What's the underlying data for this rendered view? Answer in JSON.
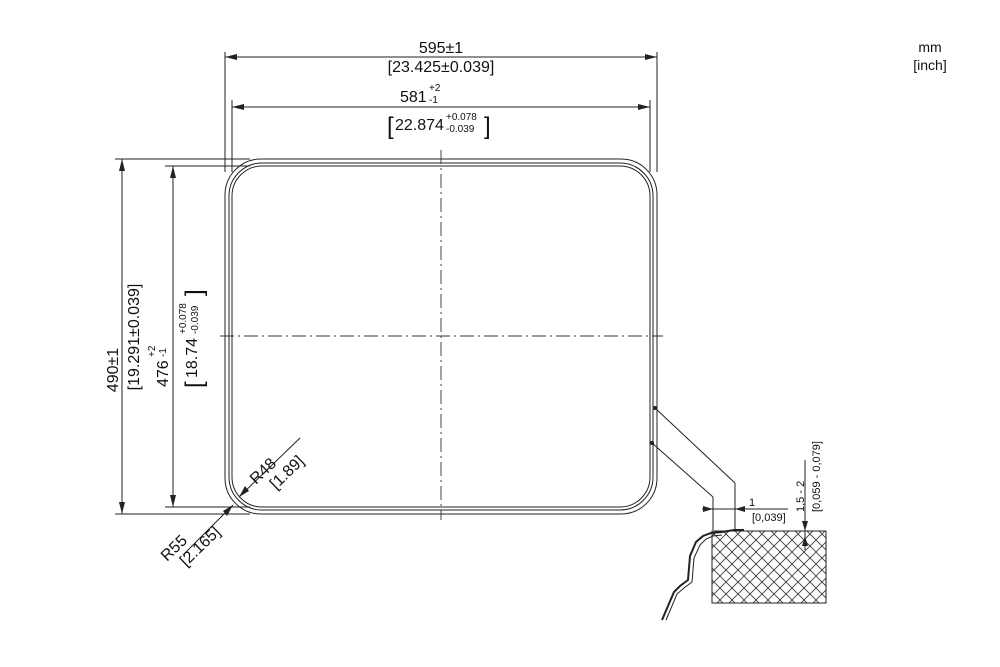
{
  "units": {
    "primary": "mm",
    "secondary": "[inch]"
  },
  "dimensions": {
    "outer_width": {
      "mm": "595±1",
      "inch": "[23.425±0.039]"
    },
    "inner_width": {
      "mm": "581",
      "mm_tol_upper": "+2",
      "mm_tol_lower": "-1",
      "inch": "22.874",
      "inch_tol_upper": "+0.078",
      "inch_tol_lower": "-0.039"
    },
    "outer_height": {
      "mm": "490±1",
      "inch": "[19.291±0.039]"
    },
    "inner_height": {
      "mm": "476",
      "mm_tol_upper": "+2",
      "mm_tol_lower": "-1",
      "inch": "18.74",
      "inch_tol_upper": "+0.078",
      "inch_tol_lower": "-0.039"
    },
    "inner_radius": {
      "mm": "R48",
      "inch": "[1.89]"
    },
    "outer_radius": {
      "mm": "R55",
      "inch": "[2.165]"
    }
  },
  "detail": {
    "gap": {
      "mm": "1",
      "inch": "[0,039]"
    },
    "depth": {
      "mm": "1,5 - 2",
      "inch": "[0,059 - 0,079]"
    }
  }
}
